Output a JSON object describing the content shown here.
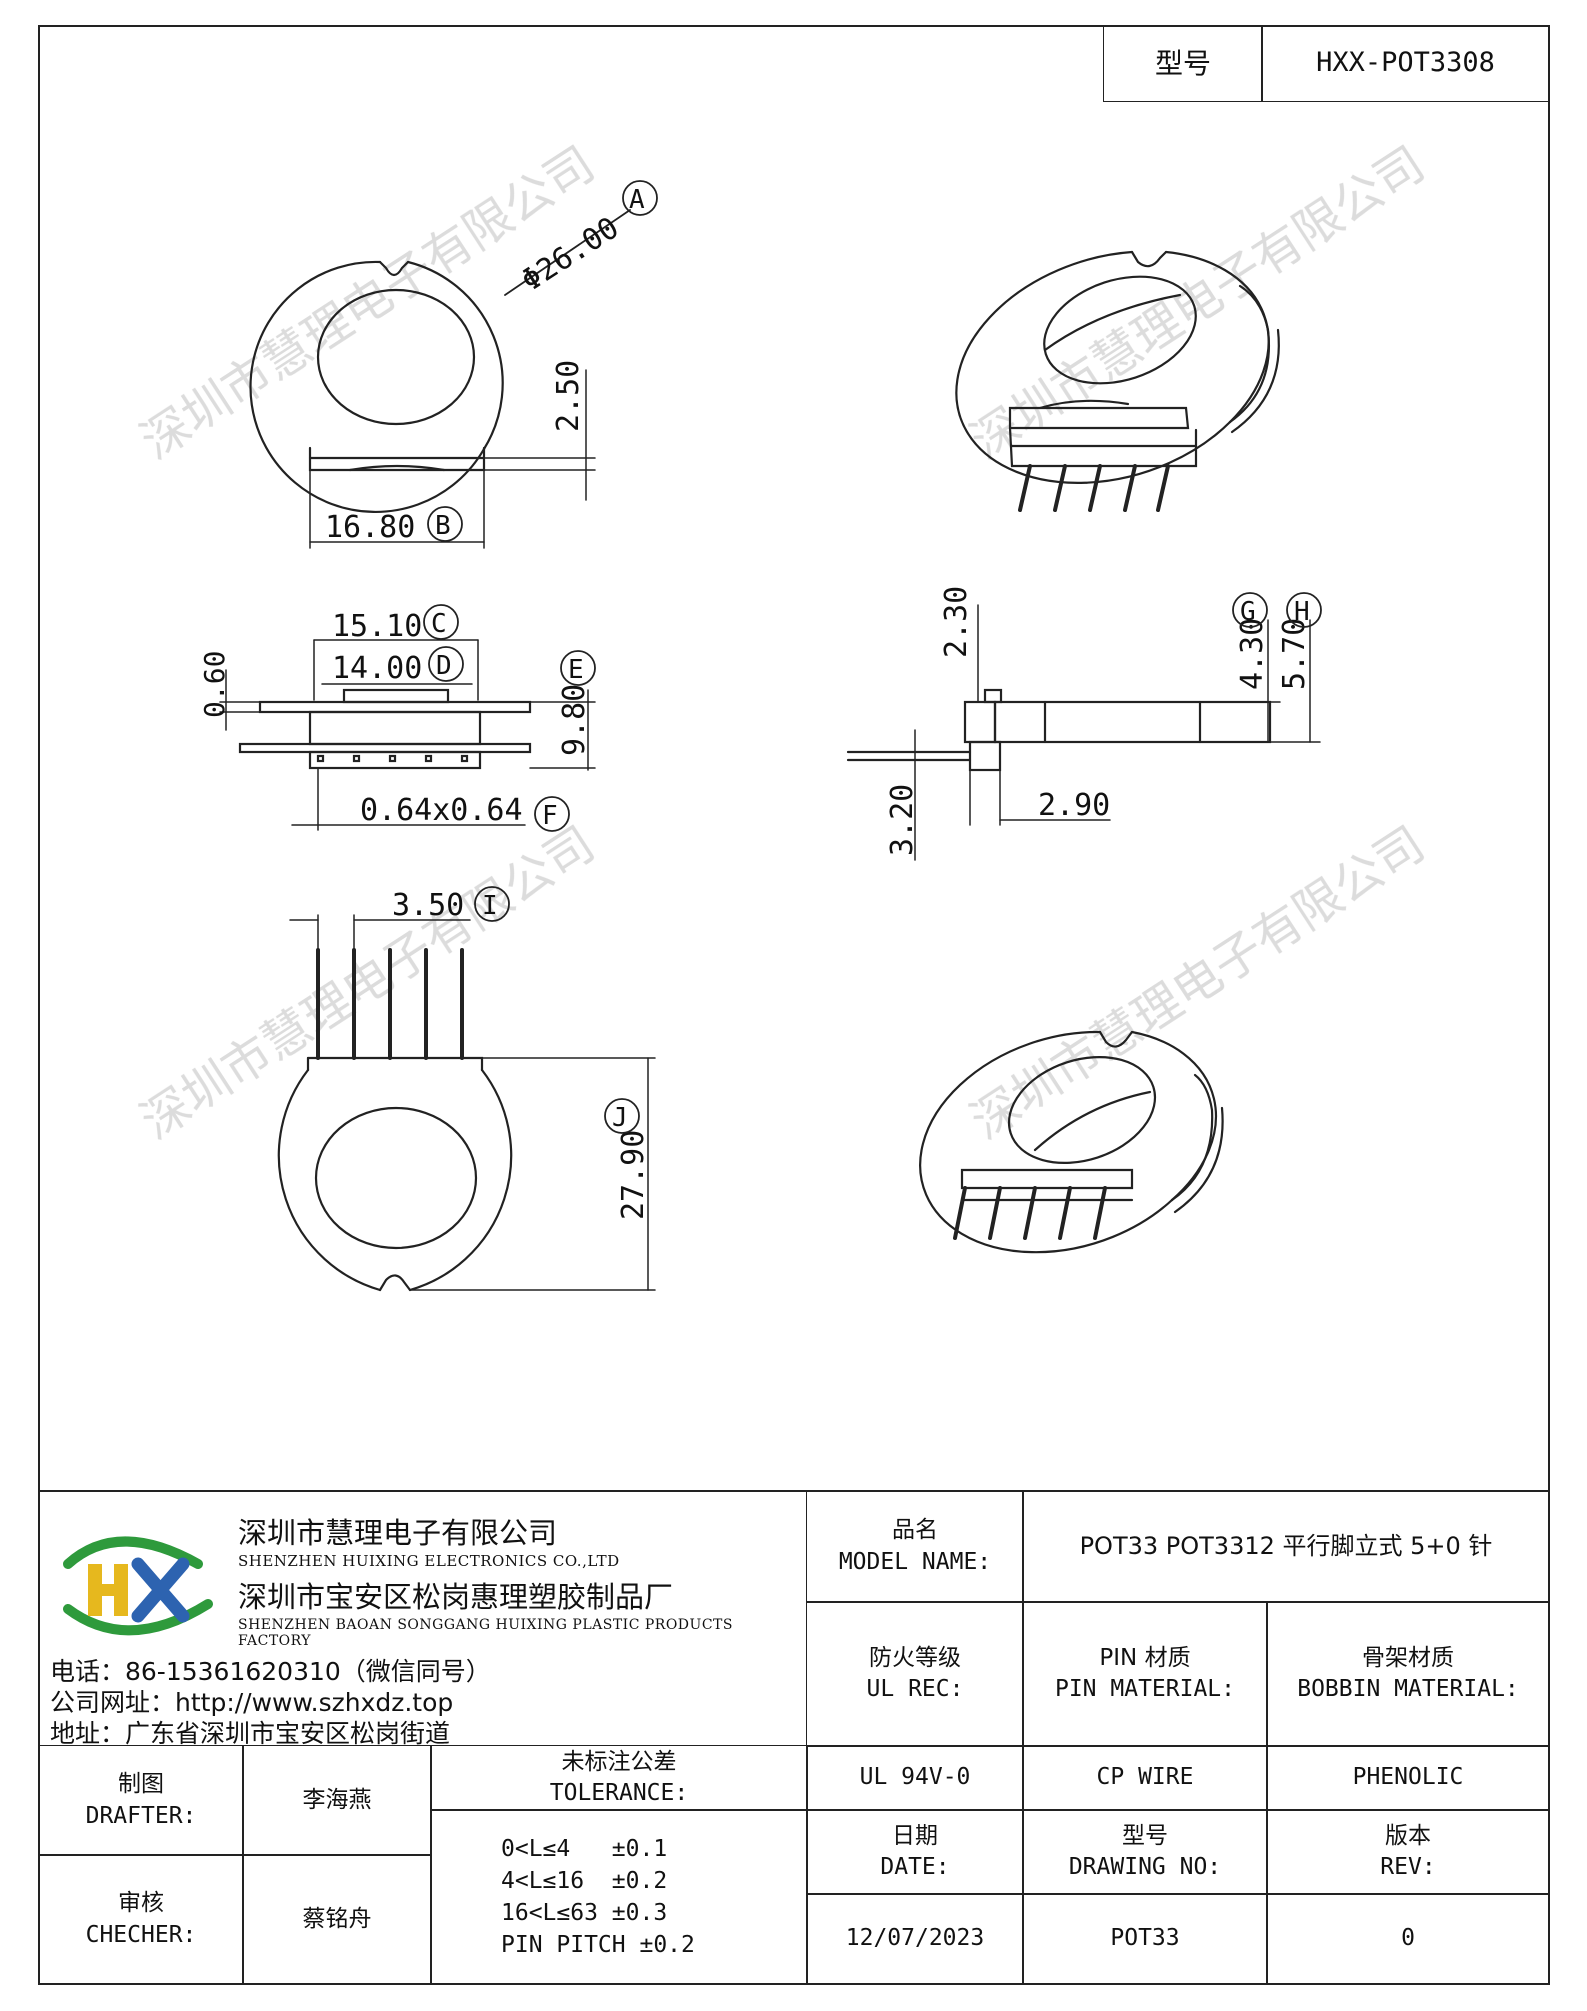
{
  "header": {
    "model_label": "型号",
    "model_value": "HXX-POT3308"
  },
  "watermark": "深圳市慧理电子有限公司",
  "dimensions": {
    "A": "Φ26.00",
    "B": "16.80",
    "C": "15.10",
    "D": "14.00",
    "E_value": "9.80",
    "F": "0.64x0.64",
    "G_value": "4.30",
    "H_value": "5.70",
    "I": "3.50",
    "J": "27.90",
    "d_2_50": "2.50",
    "d_0_60": "0.60",
    "d_2_30": "2.30",
    "d_3_20": "3.20",
    "d_2_90": "2.90",
    "markers": [
      "A",
      "B",
      "C",
      "D",
      "E",
      "F",
      "G",
      "H",
      "I",
      "J"
    ]
  },
  "company": {
    "logo_text": "HX",
    "name_cn": "深圳市慧理电子有限公司",
    "name_en": "SHENZHEN HUIXING ELECTRONICS CO.,LTD",
    "factory_cn": "深圳市宝安区松岗惠理塑胶制品厂",
    "factory_en": "SHENZHEN BAOAN SONGGANG HUIXING PLASTIC PRODUCTS FACTORY",
    "phone": "电话：86-15361620310（微信同号）",
    "website": "公司网址：http://www.szhxdz.top",
    "address": "地址：广东省深圳市宝安区松岗街道"
  },
  "title_block": {
    "model_name_cn": "品名",
    "model_name_en": "MODEL NAME:",
    "model_name_value": "POT33 POT3312 平行脚立式 5+0 针",
    "ul_cn": "防火等级",
    "ul_en": "UL REC:",
    "ul_value": "UL 94V-0",
    "pin_cn": "PIN 材质",
    "pin_en": "PIN MATERIAL:",
    "pin_value": "CP WIRE",
    "bobbin_cn": "骨架材质",
    "bobbin_en": "BOBBIN MATERIAL:",
    "bobbin_value": "PHENOLIC",
    "drafter_cn": "制图",
    "drafter_en": "DRAFTER:",
    "drafter_value": "李海燕",
    "checker_cn": "审核",
    "checker_en": "CHECHER:",
    "checker_value": "蔡铭舟",
    "tolerance_cn": "未标注公差",
    "tolerance_en": "TOLERANCE:",
    "tolerance_lines": [
      "0<L≤4   ±0.1",
      "4<L≤16  ±0.2",
      "16<L≤63 ±0.3",
      "PIN PITCH ±0.2"
    ],
    "date_cn": "日期",
    "date_en": "DATE:",
    "date_value": "12/07/2023",
    "drawing_cn": "型号",
    "drawing_en": "DRAWING NO:",
    "drawing_value": "POT33",
    "rev_cn": "版本",
    "rev_en": "REV:",
    "rev_value": "0"
  },
  "colors": {
    "line": "#222222",
    "logo_green": "#2e9a3c",
    "logo_yellow": "#e6b81e",
    "logo_blue": "#2d63b0"
  }
}
